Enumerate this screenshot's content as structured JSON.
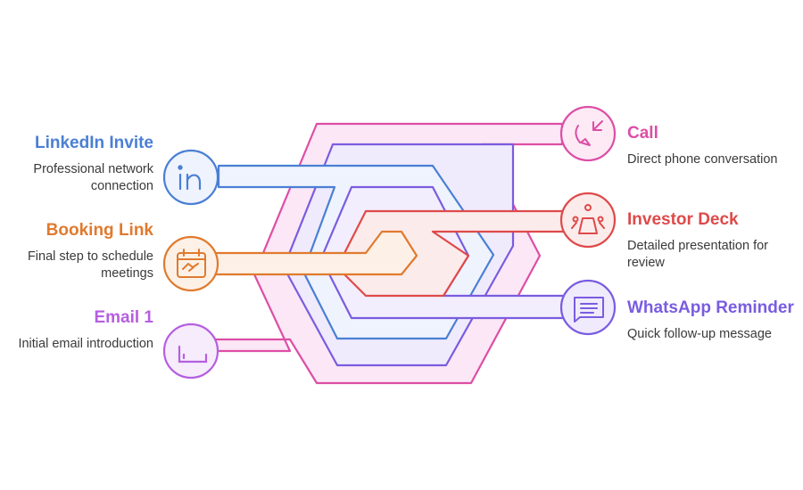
{
  "steps": {
    "linkedin": {
      "title": "LinkedIn Invite",
      "desc": "Professional network connection",
      "color": "#4a7fd4",
      "fill": "#eef3fd",
      "icon": "linkedin-icon"
    },
    "booking": {
      "title": "Booking Link",
      "desc": "Final step to schedule meetings",
      "color": "#e07a2e",
      "fill": "#fdf1e7",
      "icon": "calendar-handshake-icon"
    },
    "email": {
      "title": "Email 1",
      "desc": "Initial email introduction",
      "color": "#b55fe0",
      "fill": "#f6ecfc",
      "icon": "envelope-icon"
    },
    "call": {
      "title": "Call",
      "desc": "Direct phone conversation",
      "color": "#dd4ea6",
      "fill": "#fdeaf5",
      "icon": "phone-icon"
    },
    "investor": {
      "title": "Investor Deck",
      "desc": "Detailed presentation for review",
      "color": "#de4a4a",
      "fill": "#fcebeb",
      "icon": "presentation-icon"
    },
    "whatsapp": {
      "title": "WhatsApp Reminder",
      "desc": "Quick follow-up message",
      "color": "#7a5ce0",
      "fill": "#efebfc",
      "icon": "chat-message-icon"
    }
  }
}
